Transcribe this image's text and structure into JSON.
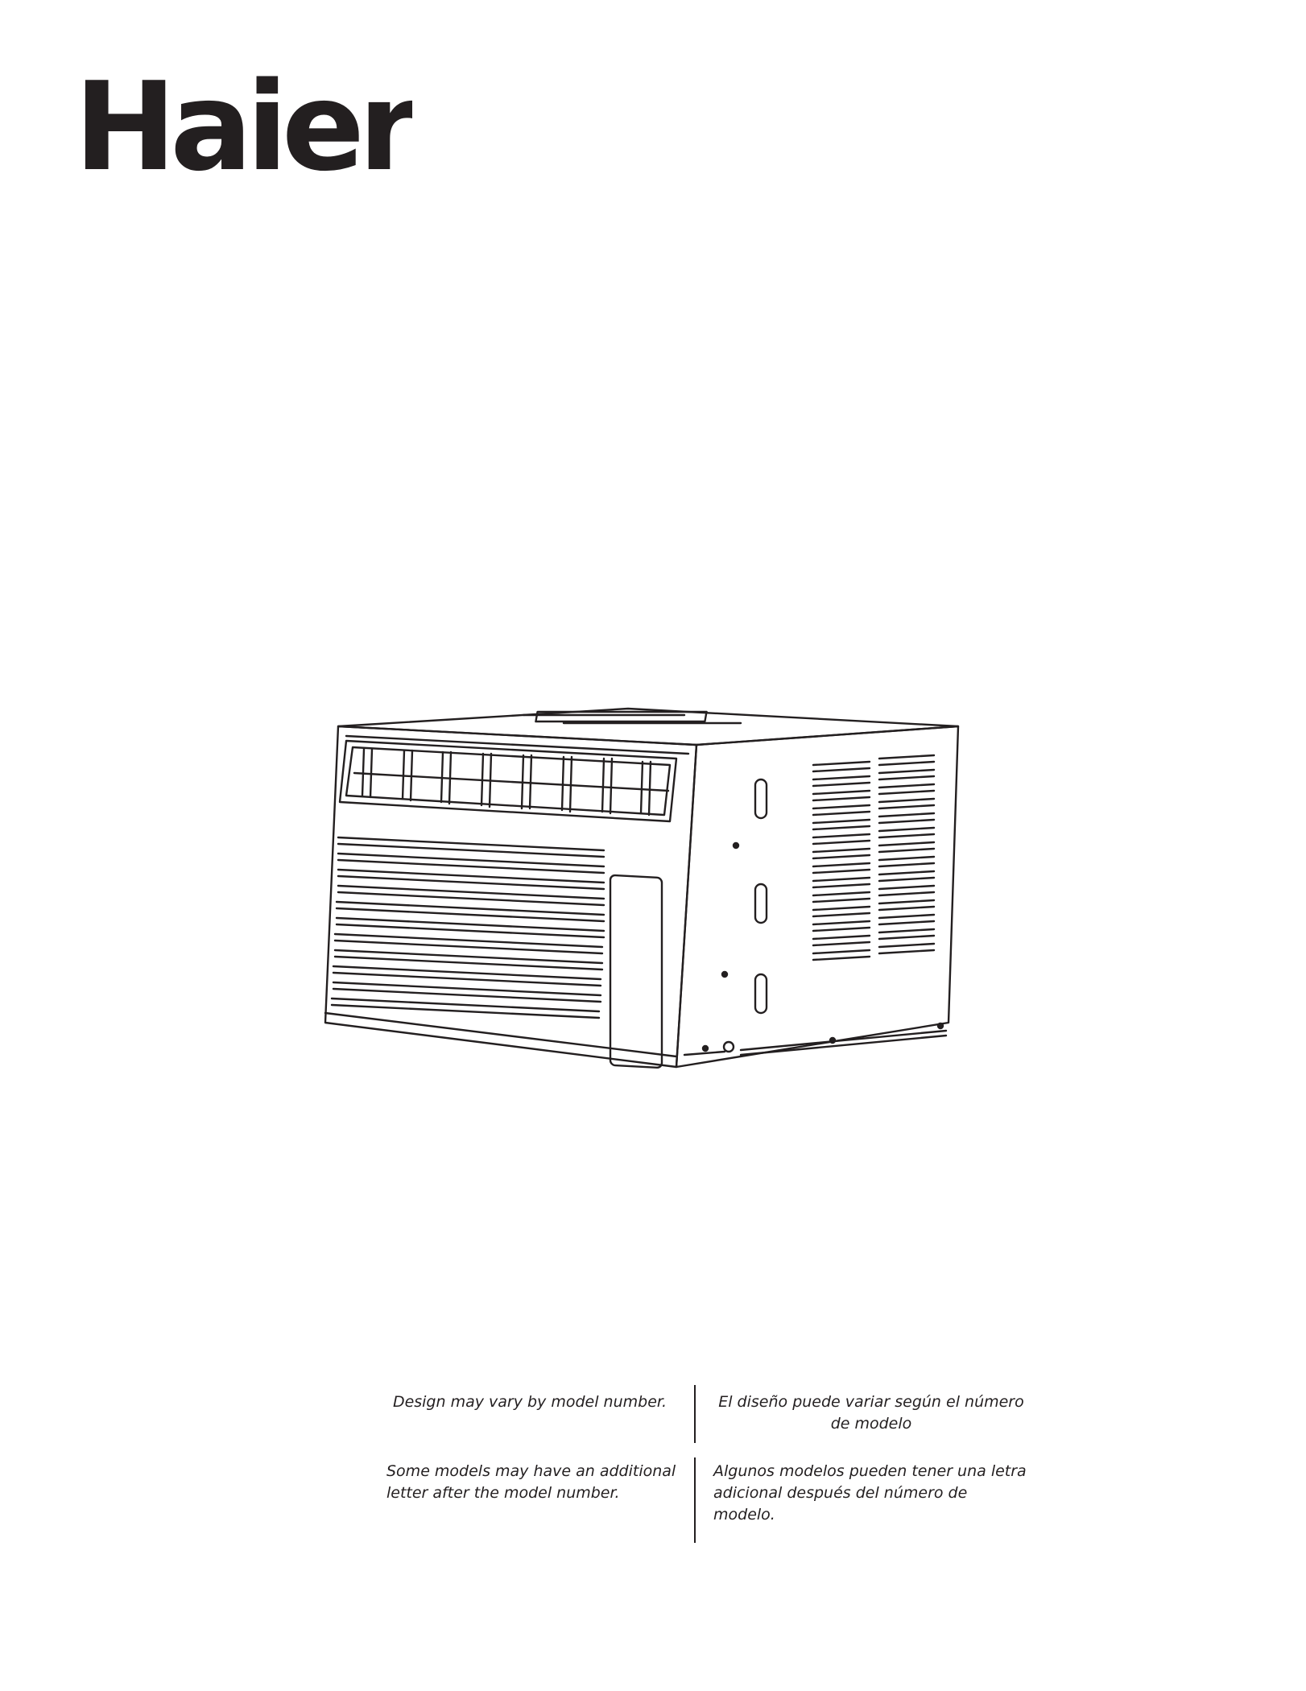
{
  "brand": {
    "logo_text": "Haier"
  },
  "illustration": {
    "subject": "window-air-conditioner-line-drawing"
  },
  "notes": {
    "design_en": "Design may vary by model number.",
    "design_es": "El diseño puede variar según el número de modelo",
    "model_letter_en": "Some models may have an additional letter after the model number.",
    "model_letter_es": "Algunos modelos pueden tener una letra adicional después del número de modelo."
  },
  "colors": {
    "ink": "#231f20",
    "background": "#ffffff"
  }
}
